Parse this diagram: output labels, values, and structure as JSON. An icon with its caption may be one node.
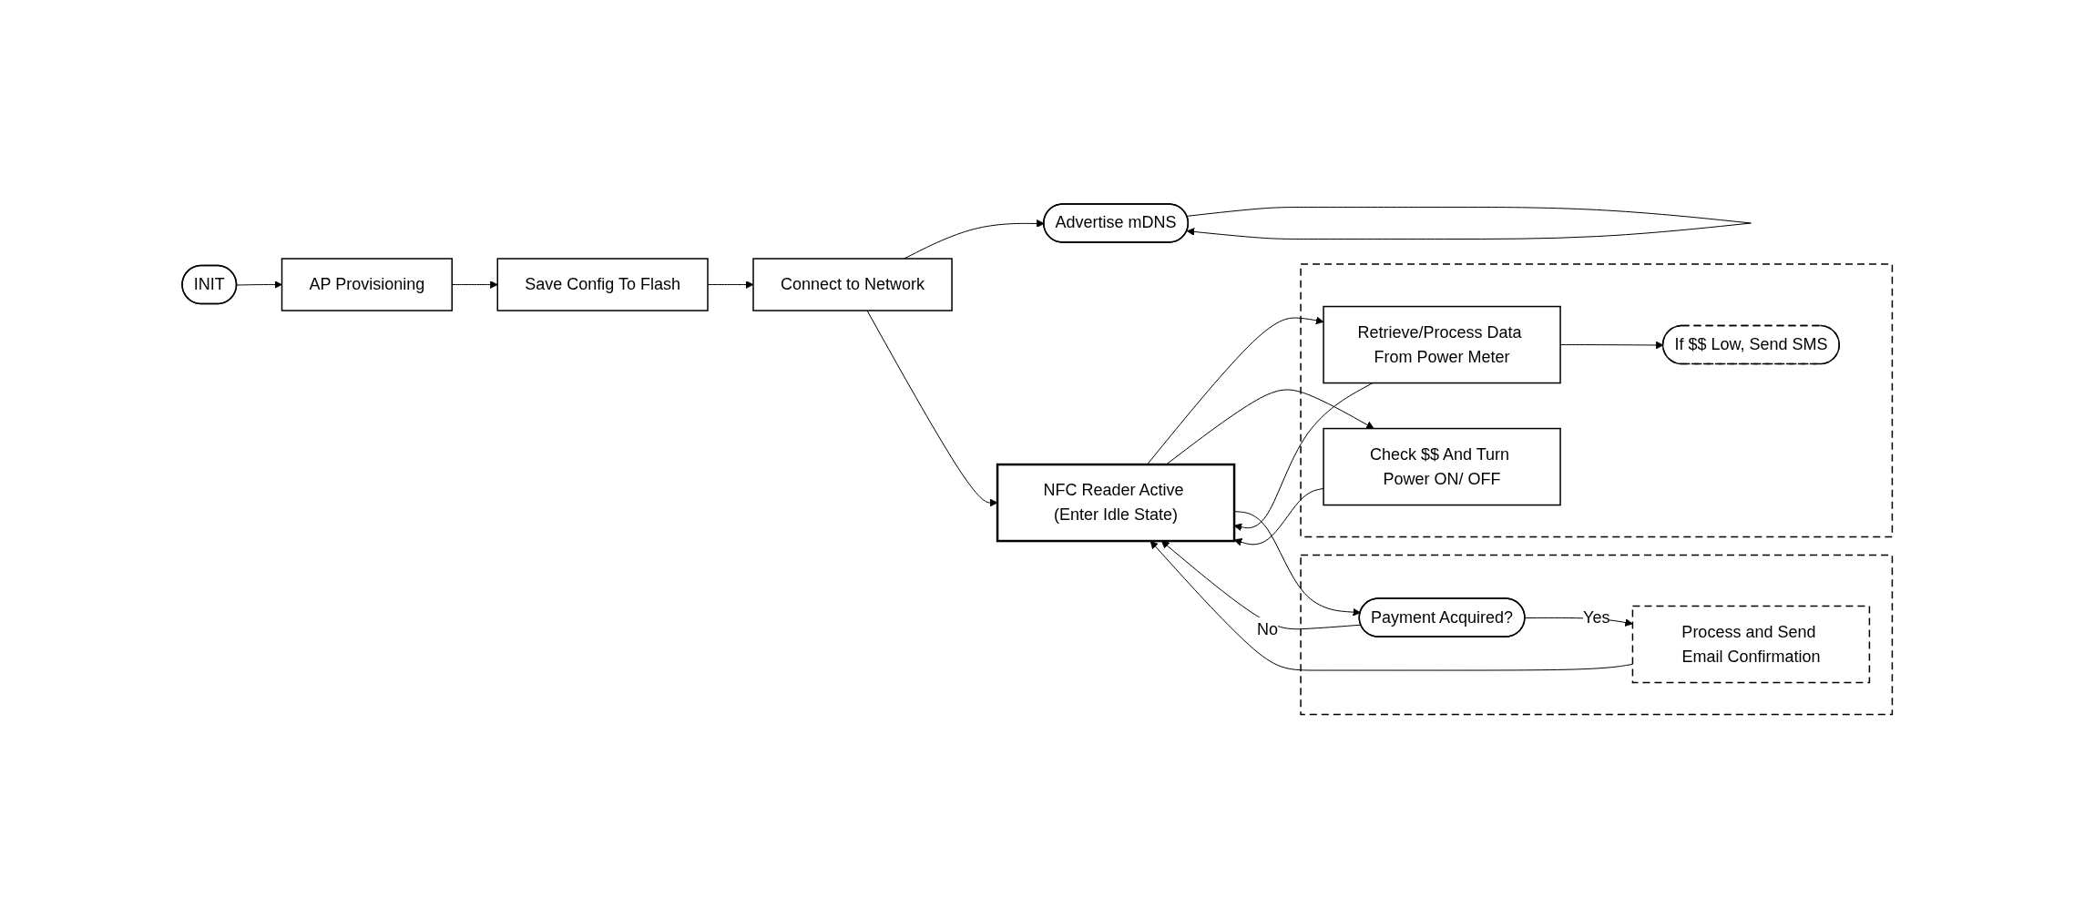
{
  "diagram": {
    "nodes": [
      {
        "text": [
          "INIT"
        ]
      },
      {
        "text": [
          "AP Provisioning"
        ]
      },
      {
        "text": [
          "Save Config To Flash"
        ]
      },
      {
        "text": [
          "Connect to Network"
        ]
      },
      {
        "text": [
          "Advertise mDNS"
        ]
      },
      {
        "text": [],
        "shape": "box"
      },
      {
        "text": [
          "If $$ Low, Send SMS"
        ],
        "in": 5
      },
      {
        "text": [
          "Retrieve/Process Data From Power Meter"
        ],
        "in": 5
      },
      {
        "text": [
          "Check $$ And Turn Power ON/ OFF"
        ],
        "in": 5
      },
      {
        "text": [
          "NFC Reader Active (Enter Idle State)"
        ]
      },
      {
        "text": [],
        "shape": "box"
      },
      {
        "text": [
          "Payment Acquired?"
        ],
        "in": 10
      },
      {
        "text": [
          "Process and Send Email Confirmation"
        ],
        "in": 10
      }
    ],
    "edges": [
      {
        "from": 0,
        "to": 1,
        "arrow": "to"
      },
      {
        "from": 1,
        "to": 2,
        "arrow": "to"
      },
      {
        "from": 2,
        "to": 3,
        "arrow": "to"
      },
      {
        "from": 3,
        "to": 4,
        "arrow": "to"
      },
      {
        "from": 4,
        "to": 4,
        "arrow": "to"
      },
      {
        "from": 3,
        "to": 9,
        "arrow": "to"
      },
      {
        "from": 11,
        "to": 9,
        "arrow": "to",
        "label": "No"
      },
      {
        "from": 9,
        "to": 7,
        "arrow": "to"
      },
      {
        "from": 7,
        "to": 9,
        "arrow": "to"
      },
      {
        "from": 7,
        "to": 6,
        "arrow": "to"
      },
      {
        "from": 9,
        "to": 8,
        "arrow": "to"
      },
      {
        "from": 8,
        "to": 9,
        "arrow": "to"
      },
      {
        "from": 9,
        "to": 11,
        "arrow": "to"
      },
      {
        "from": 11,
        "to": 12,
        "arrow": "to",
        "label": "Yes"
      },
      {
        "from": 12,
        "to": 9,
        "arrow": "to"
      }
    ]
  }
}
